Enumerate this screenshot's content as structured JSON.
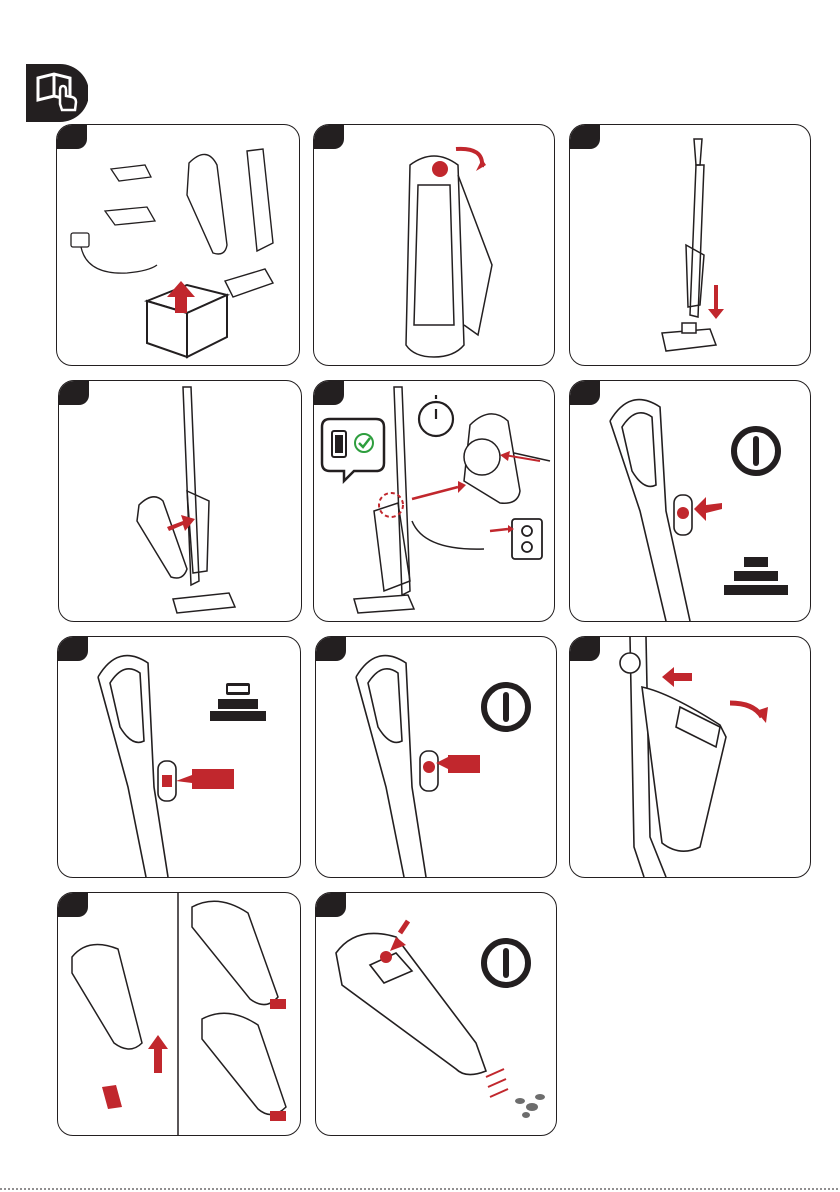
{
  "manual": {
    "logo_icon": "read-manual-icon",
    "colors": {
      "ink": "#231f20",
      "accent": "#c1272d",
      "check": "#2e9e3e",
      "line": "#4a4a4a"
    },
    "panels": [
      {
        "id": 1,
        "icons": [
          "box-icon",
          "arrow-up-icon",
          "vacuum-icon",
          "charger-icon",
          "accessory-icon"
        ]
      },
      {
        "id": 2,
        "icons": [
          "vacuum-frame-icon",
          "rotate-arrow-icon"
        ]
      },
      {
        "id": 3,
        "icons": [
          "stick-vacuum-icon",
          "floor-head-icon",
          "arrow-down-icon"
        ]
      },
      {
        "id": 4,
        "icons": [
          "stick-vacuum-icon",
          "handheld-unit-icon",
          "arrow-right-icon"
        ]
      },
      {
        "id": 5,
        "icons": [
          "battery-icon",
          "check-icon",
          "timer-icon",
          "charging-port-icon",
          "wall-outlet-icon"
        ]
      },
      {
        "id": 6,
        "icons": [
          "handle-icon",
          "power-icon",
          "speed-levels-icon"
        ]
      },
      {
        "id": 7,
        "icons": [
          "handle-icon",
          "max-power-icon",
          "arrow-left-icon"
        ]
      },
      {
        "id": 8,
        "icons": [
          "handle-icon",
          "power-icon",
          "arrow-left-icon"
        ]
      },
      {
        "id": 9,
        "icons": [
          "release-button-icon",
          "curved-arrow-icon"
        ]
      },
      {
        "id": 10,
        "icons": [
          "handheld-unit-icon",
          "crevice-tool-icon",
          "arrow-up-icon"
        ]
      },
      {
        "id": 11,
        "icons": [
          "handheld-unit-icon",
          "power-icon",
          "suction-icon",
          "debris-icon"
        ]
      }
    ]
  }
}
